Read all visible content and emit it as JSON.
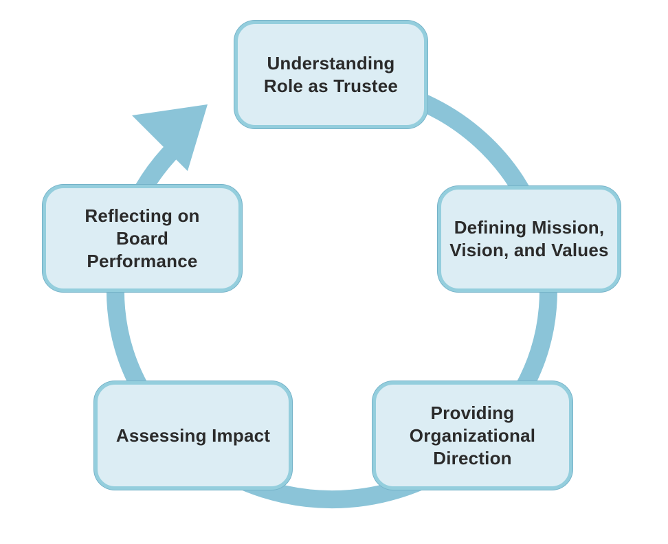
{
  "diagram": {
    "type": "cycle",
    "icons": {
      "circular_arrow": "clockwise-cycle-arrow"
    },
    "flow_direction": "clockwise",
    "nodes": [
      {
        "id": "understanding-role-as-trustee",
        "label": "Understanding\nRole as Trustee"
      },
      {
        "id": "defining-mission-vision-values",
        "label": "Defining Mission,\nVision, and Values"
      },
      {
        "id": "providing-organizational-direction",
        "label": "Providing\nOrganizational\nDirection"
      },
      {
        "id": "assessing-impact",
        "label": "Assessing Impact"
      },
      {
        "id": "reflecting-on-board-performance",
        "label": "Reflecting on\nBoard\nPerformance"
      }
    ],
    "colors": {
      "arrow": "#8bc4d8",
      "node_fill": "#dcedf4",
      "node_border": "#94cedd",
      "node_edge": "#74b2c8",
      "text": "#2b2b2b",
      "background": "#ffffff"
    }
  }
}
